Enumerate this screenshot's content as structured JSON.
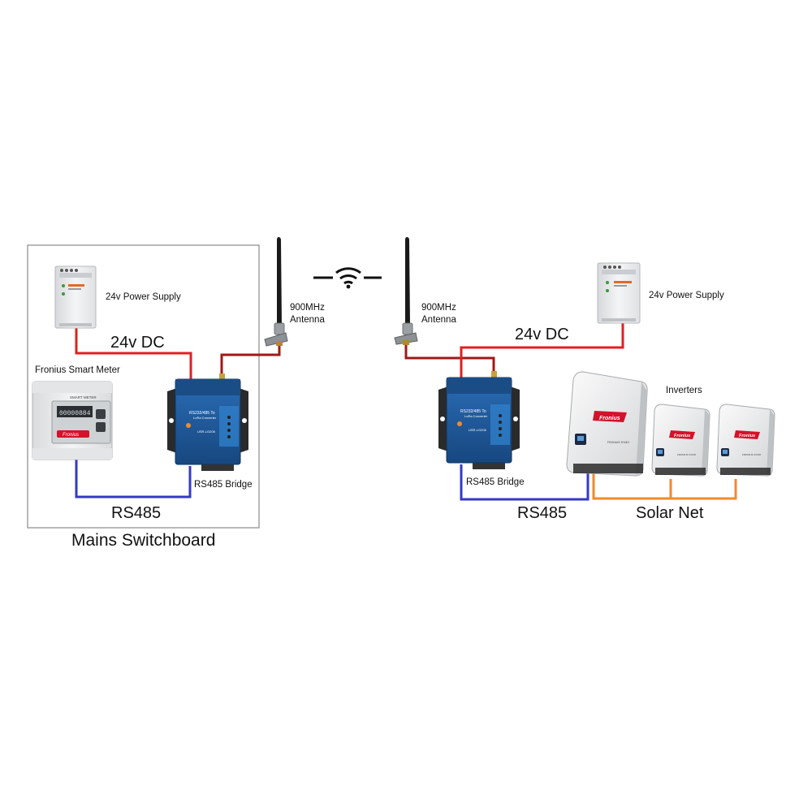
{
  "labels": {
    "power_supply_left": "24v Power Supply",
    "power_supply_right": "24v Power Supply",
    "dc_left": "24v DC",
    "dc_right": "24v DC",
    "smart_meter": "Fronius Smart Meter",
    "antenna_left_line1": "900MHz",
    "antenna_left_line2": "Antenna",
    "antenna_right_line1": "900MHz",
    "antenna_right_line2": "Antenna",
    "bridge_left": "RS485 Bridge",
    "bridge_right": "RS485 Bridge",
    "rs485_left": "RS485",
    "rs485_right": "RS485",
    "switchboard": "Mains Switchboard",
    "inverters": "Inverters",
    "solar_net": "Solar Net"
  },
  "device_text": {
    "converter_line1": "RS232/485 To",
    "converter_line2": "LoRa Converter",
    "converter_model": "USR-LG206",
    "meter_heading": "SMART METER",
    "meter_reading": "00000884",
    "brand": "Fronius",
    "inverter_big_model": "FRONIUS SYMO",
    "inverter_small_model": "FRONIUS SYMO"
  },
  "colors": {
    "power_wire": "#e02020",
    "antenna_cable": "#a01818",
    "rs485_wire": "#3538c8",
    "solar_net_wire": "#f08a30",
    "converter_blue": "#1e5a9e",
    "brand_red": "#d4122a"
  }
}
